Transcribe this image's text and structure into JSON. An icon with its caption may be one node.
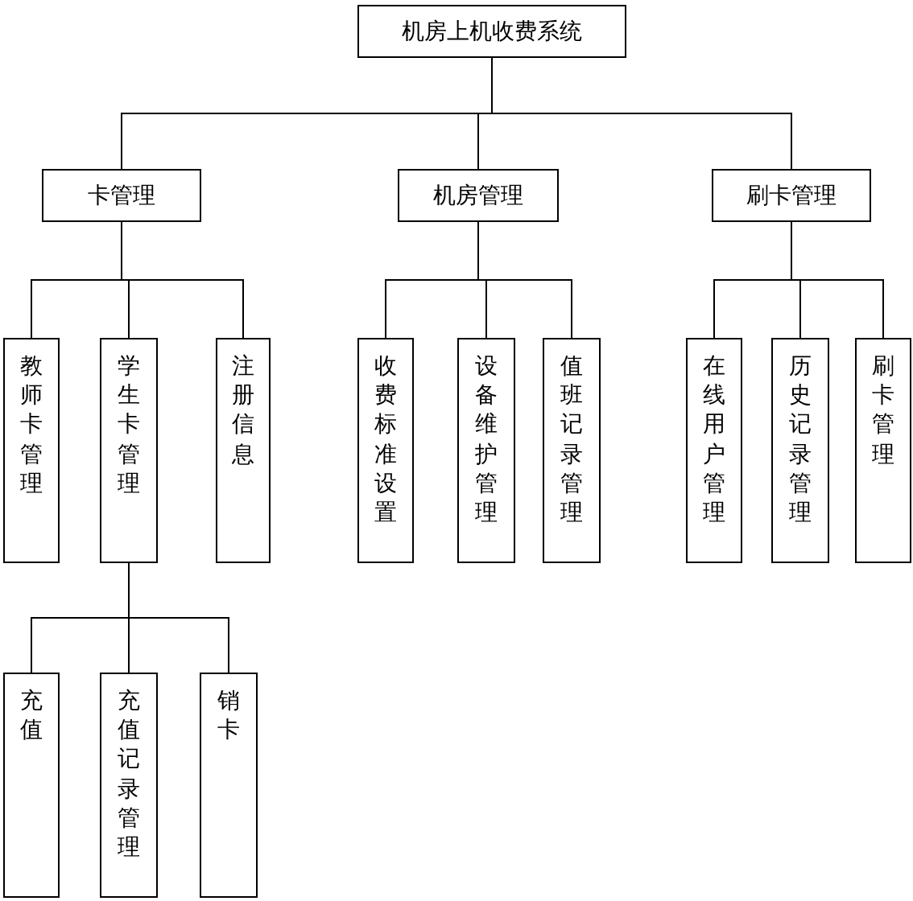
{
  "diagram": {
    "nodes": [
      {
        "text": [
          "机房上机收费系统"
        ]
      },
      {
        "text": [
          "卡管理"
        ]
      },
      {
        "text": [
          "机房管理"
        ]
      },
      {
        "text": [
          "刷卡管理"
        ]
      },
      {
        "text": [
          "教师卡管理"
        ]
      },
      {
        "text": [
          "学生卡管理"
        ]
      },
      {
        "text": [
          "注册信息"
        ]
      },
      {
        "text": [
          "收费标准设置"
        ]
      },
      {
        "text": [
          "设备维护管理"
        ]
      },
      {
        "text": [
          "值班记录管理"
        ]
      },
      {
        "text": [
          "在线用户管理"
        ]
      },
      {
        "text": [
          "历史记录管理"
        ]
      },
      {
        "text": [
          "刷卡管理"
        ]
      },
      {
        "text": [
          "充值"
        ]
      },
      {
        "text": [
          "充值记录管理"
        ]
      },
      {
        "text": [
          "销卡"
        ]
      }
    ],
    "edges": [
      {
        "from": 0,
        "to": 1,
        "arrow": "none"
      },
      {
        "from": 0,
        "to": 2,
        "arrow": "none"
      },
      {
        "from": 0,
        "to": 3,
        "arrow": "none"
      },
      {
        "from": 1,
        "to": 4,
        "arrow": "none"
      },
      {
        "from": 1,
        "to": 5,
        "arrow": "none"
      },
      {
        "from": 1,
        "to": 6,
        "arrow": "none"
      },
      {
        "from": 2,
        "to": 7,
        "arrow": "none"
      },
      {
        "from": 2,
        "to": 8,
        "arrow": "none"
      },
      {
        "from": 2,
        "to": 9,
        "arrow": "none"
      },
      {
        "from": 3,
        "to": 10,
        "arrow": "none"
      },
      {
        "from": 3,
        "to": 11,
        "arrow": "none"
      },
      {
        "from": 3,
        "to": 12,
        "arrow": "none"
      },
      {
        "from": 5,
        "to": 13,
        "arrow": "none"
      },
      {
        "from": 5,
        "to": 14,
        "arrow": "none"
      },
      {
        "from": 5,
        "to": 15,
        "arrow": "none"
      }
    ]
  }
}
